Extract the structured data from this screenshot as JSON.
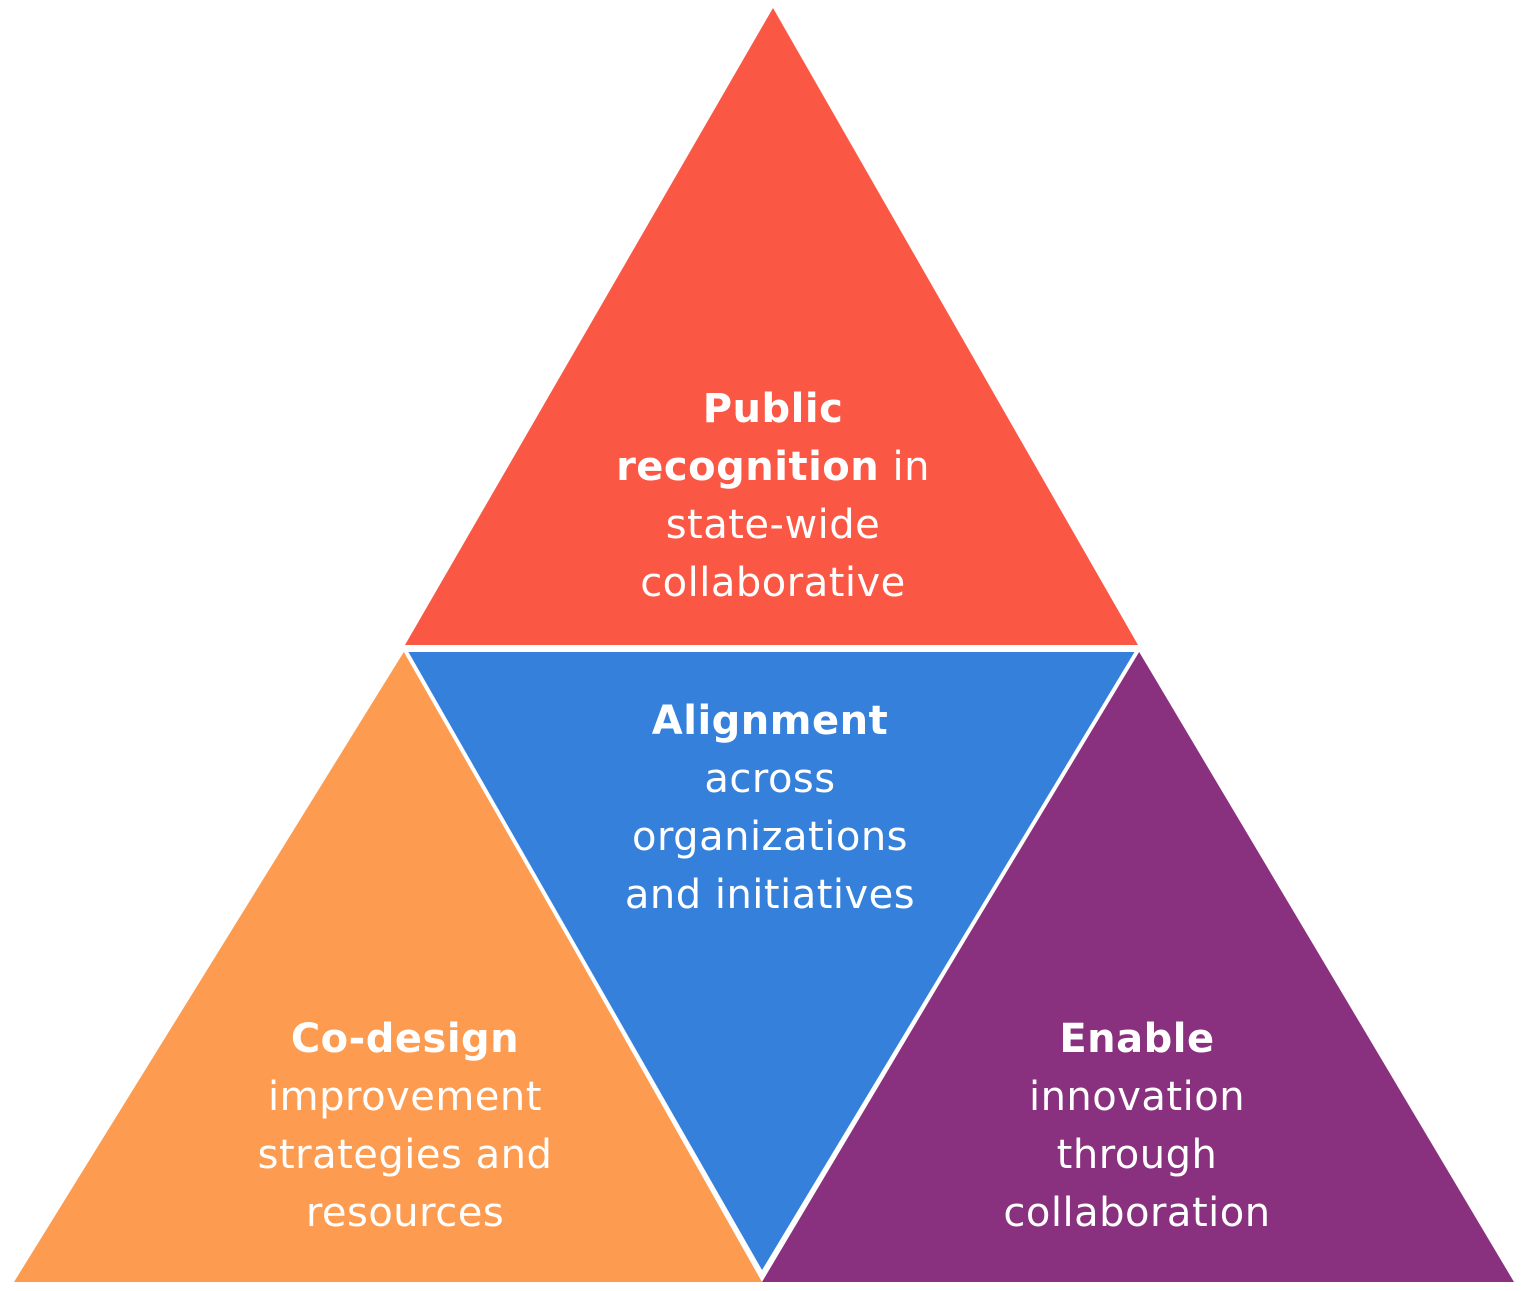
{
  "colors": {
    "top": "#FB5745",
    "center": "#3480DB",
    "left": "#FD9C51",
    "right": "#89307E",
    "divider": "#ffffff",
    "text": "#ffffff"
  },
  "top_triangle": {
    "line1": "Public",
    "line2_bold": "recognition",
    "line2_rest": " in",
    "line3": "state-wide",
    "line4": "collaborative"
  },
  "center_triangle": {
    "line1": "Alignment",
    "line2": "across",
    "line3": "organizations",
    "line4": "and initiatives"
  },
  "left_triangle": {
    "line1": "Co-design",
    "line2": "improvement",
    "line3": "strategies and",
    "line4": "resources"
  },
  "right_triangle": {
    "line1": "Enable",
    "line2": "innovation",
    "line3": "through",
    "line4": "collaboration"
  }
}
